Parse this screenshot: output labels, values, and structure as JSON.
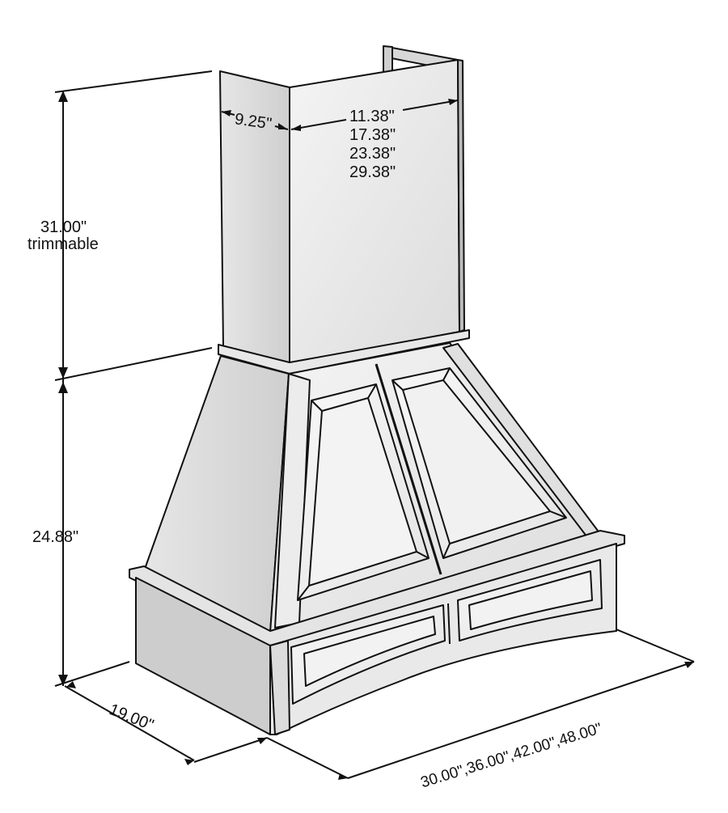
{
  "dimensions": {
    "chimney_depth": "9.25\"",
    "chimney_widths": [
      "11.38\"",
      "17.38\"",
      "23.38\"",
      "29.38\""
    ],
    "chimney_height": "31.00\"",
    "chimney_height_note": "trimmable",
    "hood_height": "24.88\"",
    "hood_depth": "19.00\"",
    "hood_widths": "30.00\",36.00\",42.00\",48.00\""
  },
  "colors": {
    "line": "#111111",
    "panel_light": "#f2f2f2",
    "panel_mid": "#dedede",
    "panel_dark": "#c4c4c4",
    "background": "#ffffff"
  }
}
